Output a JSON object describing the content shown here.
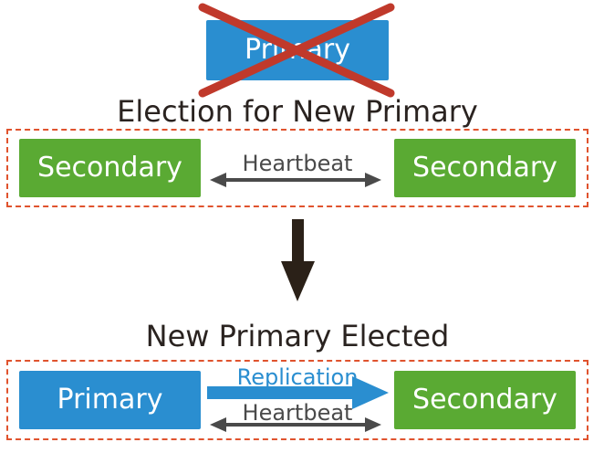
{
  "old_primary": {
    "label": "Primary",
    "status": "failed",
    "color": "#2a8ed0",
    "cross_color": "#c0392b"
  },
  "election": {
    "title": "Election for New Primary",
    "left_node": "Secondary",
    "right_node": "Secondary",
    "link_label": "Heartbeat"
  },
  "result": {
    "title": "New Primary Elected",
    "left_node": "Primary",
    "right_node": "Secondary",
    "replication_label": "Replication",
    "heartbeat_label": "Heartbeat"
  },
  "colors": {
    "primary": "#2a8ed0",
    "secondary": "#5aaa33",
    "group_border": "#e0532e",
    "heartbeat_arrow": "#4a4a4a",
    "replication_arrow": "#2a8ed0",
    "flow_arrow": "#2b2118",
    "title_text": "#2a2320"
  }
}
